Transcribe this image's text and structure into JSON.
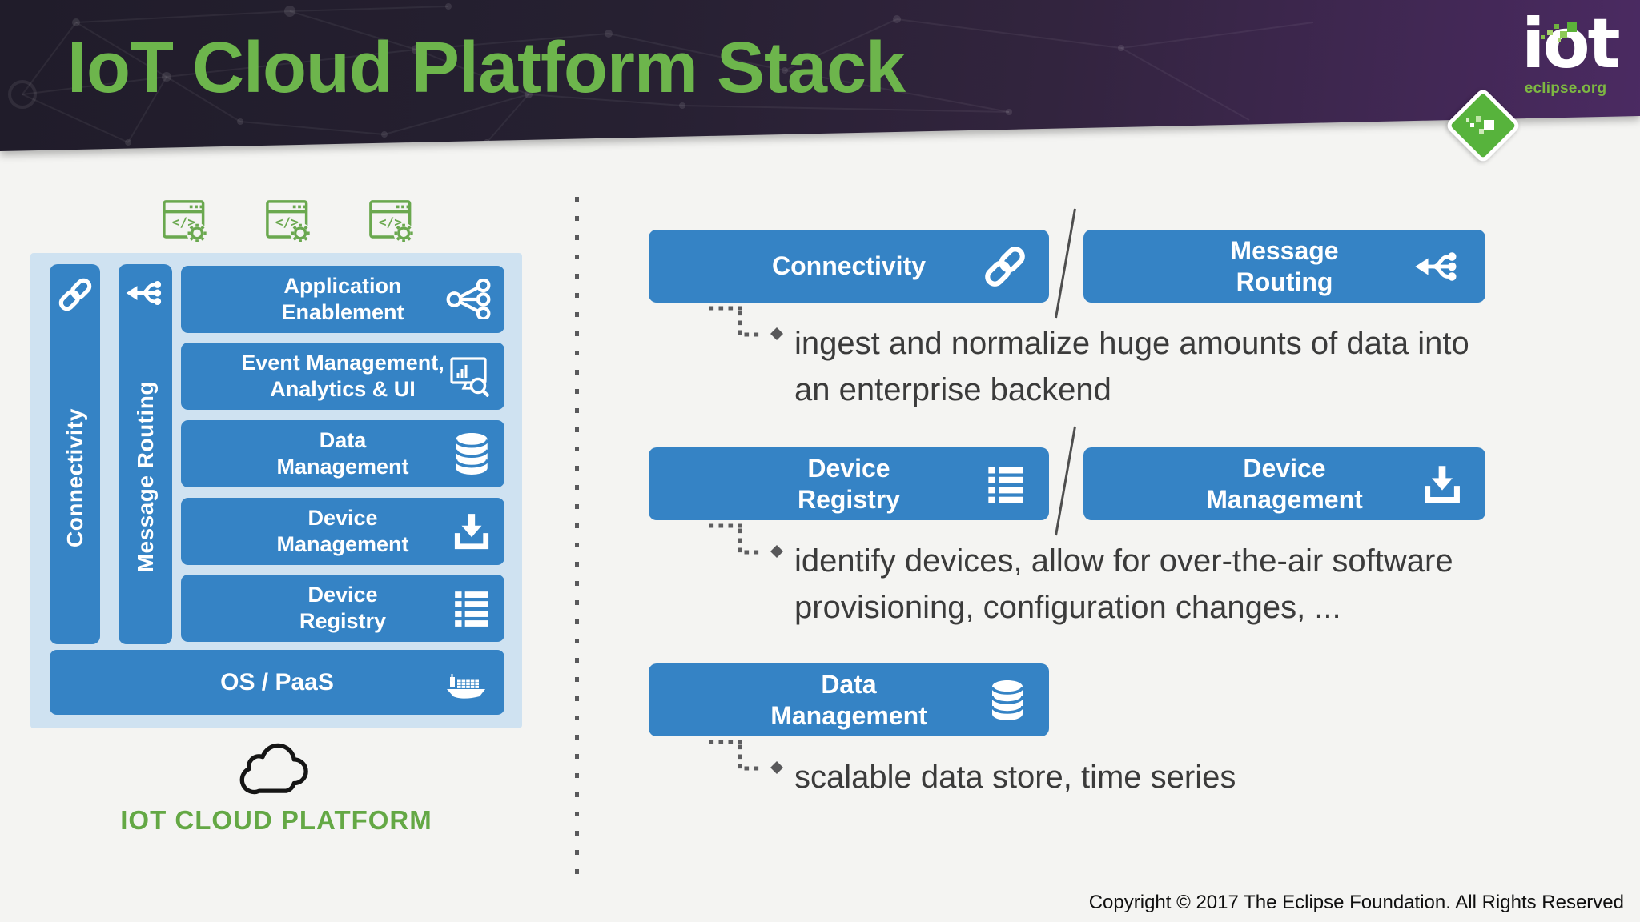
{
  "slide": {
    "title": "IoT Cloud Platform Stack",
    "copyright": "Copyright © 2017 The Eclipse Foundation. All Rights Reserved"
  },
  "logo": {
    "name": "iot",
    "domain": "eclipse.org",
    "badge_icon": "eclipse-iot-diamond-icon"
  },
  "stack": {
    "dev_tool_icons": [
      "code-window-gear-icon",
      "code-window-gear-icon",
      "code-window-gear-icon"
    ],
    "pillars": [
      {
        "label": "Connectivity",
        "icon": "chain-link-icon"
      },
      {
        "label": "Message Routing",
        "icon": "message-routing-icon"
      }
    ],
    "layers": [
      {
        "label": "Application\nEnablement",
        "icon": "share-network-icon"
      },
      {
        "label": "Event Management,\nAnalytics & UI",
        "icon": "monitor-analytics-icon"
      },
      {
        "label": "Data\nManagement",
        "icon": "database-icon"
      },
      {
        "label": "Device\nManagement",
        "icon": "download-icon"
      },
      {
        "label": "Device\nRegistry",
        "icon": "list-icon"
      }
    ],
    "base_layer": {
      "label": "OS / PaaS",
      "icon": "ship-icon"
    },
    "cloud_icon": "cloud-outline-icon",
    "caption": "IOT CLOUD PLATFORM"
  },
  "details": [
    {
      "buttons": [
        {
          "label": "Connectivity",
          "icon": "chain-link-icon"
        },
        {
          "label": "Message\nRouting",
          "icon": "message-routing-icon"
        }
      ],
      "description": "ingest and normalize huge amounts of data into\nan enterprise backend"
    },
    {
      "buttons": [
        {
          "label": "Device\nRegistry",
          "icon": "list-icon"
        },
        {
          "label": "Device\nManagement",
          "icon": "download-icon"
        }
      ],
      "description": "identify devices, allow for over-the-air software\nprovisioning, configuration changes, ..."
    },
    {
      "buttons": [
        {
          "label": "Data\nManagement",
          "icon": "database-icon"
        }
      ],
      "description": "scalable data store, time series"
    }
  ],
  "colors": {
    "accent_blue": "#3583c5",
    "panel_light_blue": "#cfe2f1",
    "title_green": "#6db54c",
    "logo_green": "#7db742",
    "diamond_green": "#57b33c",
    "header_purple": "#4b2a62",
    "body_text": "#3b3b3b"
  }
}
